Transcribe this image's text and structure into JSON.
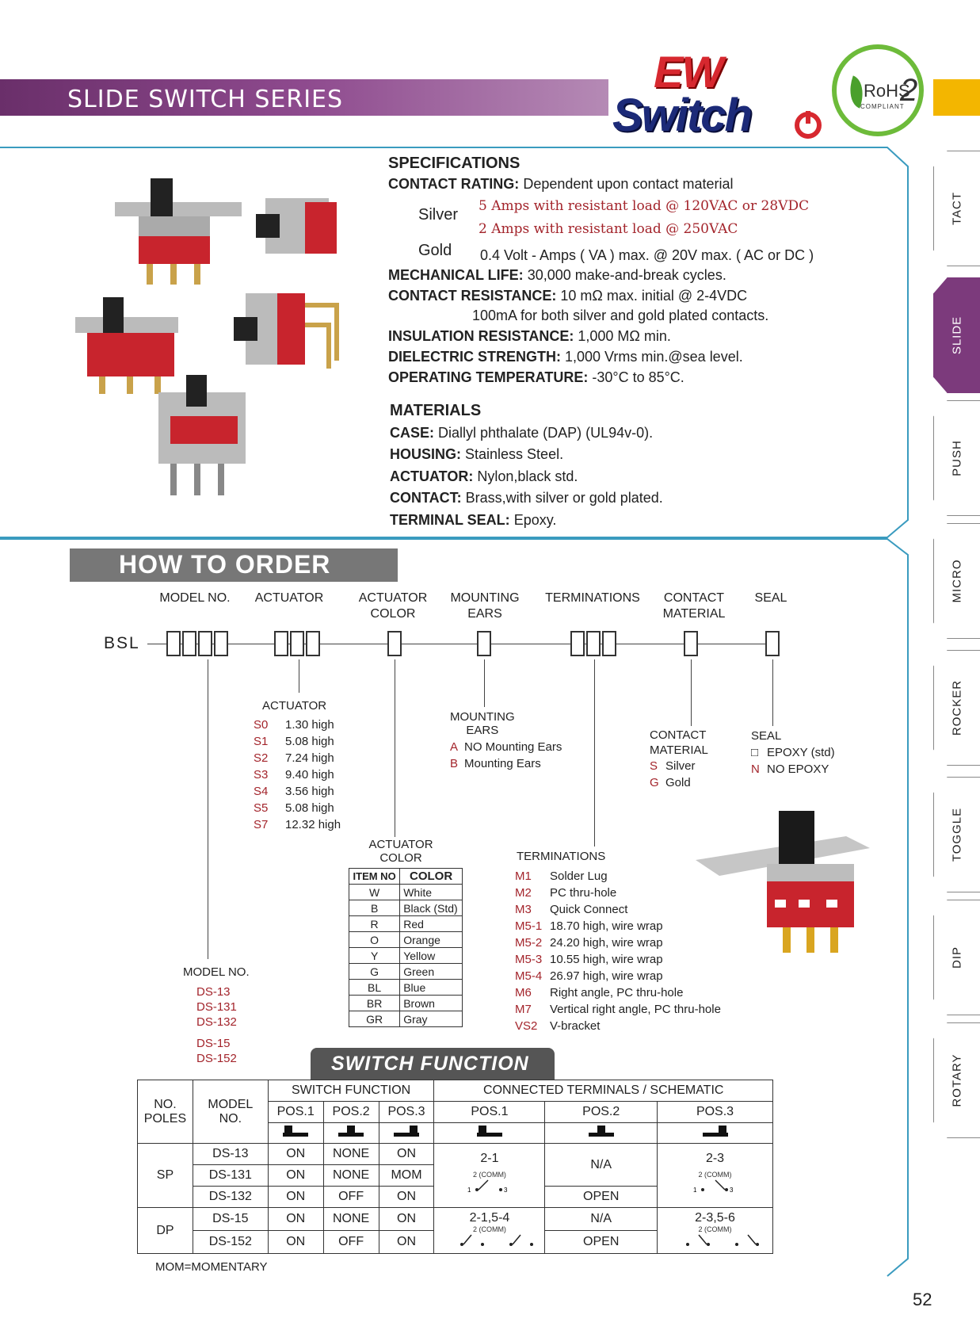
{
  "header": {
    "series_title": "SLIDE SWITCH  SERIES",
    "logo_top": "EW",
    "logo_bottom": "Switch",
    "rohs": "RoHS",
    "rohs_num": "2",
    "rohs_compliant": "COMPLIANT"
  },
  "tabs": [
    "TACT",
    "SLIDE",
    "PUSH",
    "MICRO",
    "ROCKER",
    "TOGGLE",
    "DIP",
    "ROTARY"
  ],
  "specs": {
    "title": "SPECIFICATIONS",
    "contact_rating_label": "CONTACT RATING:",
    "contact_rating_value": "Dependent upon contact material",
    "silver_label": "Silver",
    "silver_1": "5 Amps with resistant load @ 120VAC or 28VDC",
    "silver_2": "2 Amps with resistant load @ 250VAC",
    "gold_label": "Gold",
    "gold_1": "0.4 Volt - Amps ( VA ) max. @ 20V max. ( AC or DC )",
    "mech_label": "MECHANICAL LIFE:",
    "mech_value": "30,000 make-and-break cycles.",
    "cres_label": "CONTACT RESISTANCE:",
    "cres_value": "10 mΩ  max. initial @ 2-4VDC",
    "cres_value2": "100mA for both silver and gold plated contacts.",
    "ins_label": "INSULATION RESISTANCE:",
    "ins_value": "1,000 MΩ  min.",
    "diel_label": "DIELECTRIC STRENGTH:",
    "diel_value": "1,000 Vrms min.@sea level.",
    "temp_label": "OPERATING TEMPERATURE:",
    "temp_value": "-30°C to 85°C."
  },
  "materials": {
    "title": "MATERIALS",
    "case_label": "CASE:",
    "case_value": "Diallyl phthalate (DAP) (UL94v-0).",
    "housing_label": "HOUSING:",
    "housing_value": "Stainless Steel.",
    "actuator_label": "ACTUATOR:",
    "actuator_value": "Nylon,black std.",
    "contact_label": "CONTACT:",
    "contact_value": "Brass,with silver or gold plated.",
    "seal_label": "TERMINAL SEAL:",
    "seal_value": "Epoxy."
  },
  "order": {
    "title": "HOW  TO  ORDER",
    "headers": {
      "model": "MODEL NO.",
      "actuator": "ACTUATOR",
      "act_color_1": "ACTUATOR",
      "act_color_2": "COLOR",
      "mount_1": "MOUNTING",
      "mount_2": "EARS",
      "term": "TERMINATIONS",
      "cmat_1": "CONTACT",
      "cmat_2": "MATERIAL",
      "seal": "SEAL"
    },
    "prefix": "BSL",
    "actuator": {
      "title": "ACTUATOR",
      "items": [
        {
          "code": "S0",
          "desc": "1.30 high"
        },
        {
          "code": "S1",
          "desc": "5.08 high"
        },
        {
          "code": "S2",
          "desc": "7.24 high"
        },
        {
          "code": "S3",
          "desc": "9.40 high"
        },
        {
          "code": "S4",
          "desc": "3.56 high"
        },
        {
          "code": "S5",
          "desc": "5.08 high"
        },
        {
          "code": "S7",
          "desc": "12.32 high"
        }
      ]
    },
    "mounting": {
      "title_1": "MOUNTING",
      "title_2": "EARS",
      "items": [
        {
          "code": "A",
          "desc": "NO Mounting Ears"
        },
        {
          "code": "B",
          "desc": "Mounting Ears"
        }
      ]
    },
    "contact_material": {
      "title_1": "CONTACT",
      "title_2": "MATERIAL",
      "items": [
        {
          "code": "S",
          "desc": "Silver"
        },
        {
          "code": "G",
          "desc": "Gold"
        }
      ]
    },
    "seal": {
      "title": "SEAL",
      "items": [
        {
          "code": "□",
          "desc": "EPOXY (std)"
        },
        {
          "code": "N",
          "desc": "NO EPOXY"
        }
      ]
    },
    "actuator_color": {
      "title_1": "ACTUATOR",
      "title_2": "COLOR",
      "col_item": "ITEM NO",
      "col_color": "COLOR",
      "rows": [
        {
          "code": "W",
          "color": "White"
        },
        {
          "code": "B",
          "color": "Black (Std)"
        },
        {
          "code": "R",
          "color": "Red"
        },
        {
          "code": "O",
          "color": "Orange"
        },
        {
          "code": "Y",
          "color": "Yellow"
        },
        {
          "code": "G",
          "color": "Green"
        },
        {
          "code": "BL",
          "color": "Blue"
        },
        {
          "code": "BR",
          "color": "Brown"
        },
        {
          "code": "GR",
          "color": "Gray"
        }
      ]
    },
    "terminations": {
      "title": "TERMINATIONS",
      "items": [
        {
          "code": "M1",
          "desc": "Solder Lug"
        },
        {
          "code": "M2",
          "desc": "PC thru-hole"
        },
        {
          "code": "M3",
          "desc": "Quick Connect"
        },
        {
          "code": "M5-1",
          "desc": "18.70 high, wire wrap"
        },
        {
          "code": "M5-2",
          "desc": "24.20 high, wire wrap"
        },
        {
          "code": "M5-3",
          "desc": "10.55 high, wire wrap"
        },
        {
          "code": "M5-4",
          "desc": "26.97 high, wire wrap"
        },
        {
          "code": "M6",
          "desc": "Right angle, PC thru-hole"
        },
        {
          "code": "M7",
          "desc": "Vertical right angle, PC thru-hole"
        },
        {
          "code": "VS2",
          "desc": "V-bracket"
        }
      ]
    },
    "model": {
      "title": "MODEL NO.",
      "items": [
        "DS-13",
        "DS-131",
        "DS-132",
        "DS-15",
        "DS-152"
      ]
    }
  },
  "switch_function": {
    "title": "SWITCH  FUNCTION",
    "h_poles_1": "NO.",
    "h_poles_2": "POLES",
    "h_model_1": "MODEL",
    "h_model_2": "NO.",
    "h_sf": "SWITCH FUNCTION",
    "h_ct": "CONNECTED TERMINALS / SCHEMATIC",
    "pos1": "POS.1",
    "pos2": "POS.2",
    "pos3": "POS.3",
    "sp": "SP",
    "dp": "DP",
    "rows": [
      {
        "model": "DS-13",
        "p1": "ON",
        "p2": "NONE",
        "p3": "ON"
      },
      {
        "model": "DS-131",
        "p1": "ON",
        "p2": "NONE",
        "p3": "MOM"
      },
      {
        "model": "DS-132",
        "p1": "ON",
        "p2": "OFF",
        "p3": "ON"
      },
      {
        "model": "DS-15",
        "p1": "ON",
        "p2": "NONE",
        "p3": "ON"
      },
      {
        "model": "DS-152",
        "p1": "ON",
        "p2": "OFF",
        "p3": "ON"
      }
    ],
    "sp_c1": "2-1",
    "sp_c2": "N/A",
    "sp_c3": "2-3",
    "sp_open": "OPEN",
    "dp_c1": "2-1,5-4",
    "dp_c2": "N/A",
    "dp_c3": "2-3,5-6",
    "dp_open": "OPEN",
    "comm": "2 (COMM)",
    "footnote": "MOM=MOMENTARY"
  },
  "page_number": "52"
}
